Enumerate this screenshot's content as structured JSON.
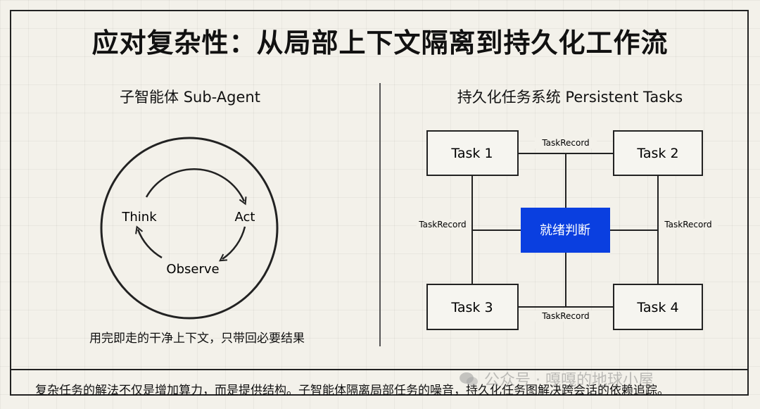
{
  "title": "应对复杂性：从局部上下文隔离到持久化工作流",
  "left_panel": {
    "heading": "子智能体 Sub-Agent",
    "loop": {
      "think": "Think",
      "act": "Act",
      "observe": "Observe"
    },
    "caption": "用完即走的干净上下文，只带回必要结果"
  },
  "right_panel": {
    "heading": "持久化任务系统 Persistent Tasks",
    "tasks": [
      "Task 1",
      "Task 2",
      "Task 3",
      "Task 4"
    ],
    "center": "就绪判断",
    "center_color": "#0a3fe0",
    "edge_label": "TaskRecord"
  },
  "footer": "复杂任务的解法不仅是增加算力，而是提供结构。子智能体隔离局部任务的噪音，持久化任务图解决跨会话的依赖追踪。",
  "watermark": "公众号 · 嘎嘎的地球小屋"
}
